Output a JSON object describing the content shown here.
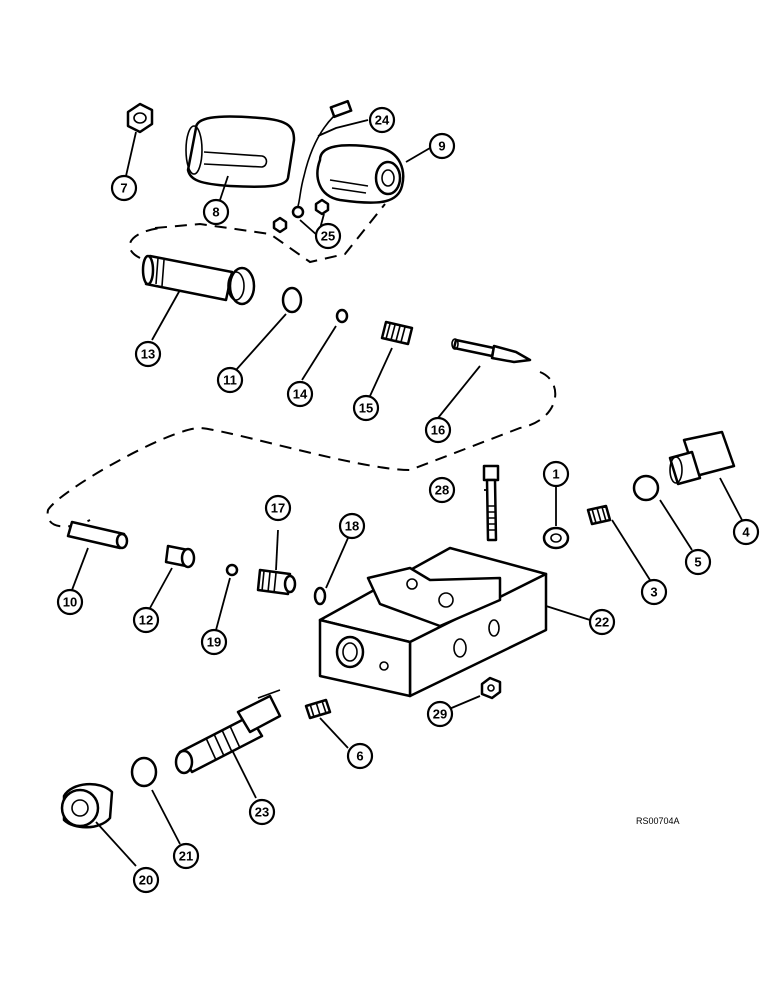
{
  "figure": {
    "reference_code": "RS00704A"
  },
  "callouts": [
    {
      "id": "c1",
      "label": "1"
    },
    {
      "id": "c3",
      "label": "3"
    },
    {
      "id": "c4",
      "label": "4"
    },
    {
      "id": "c5",
      "label": "5"
    },
    {
      "id": "c6",
      "label": "6"
    },
    {
      "id": "c7",
      "label": "7"
    },
    {
      "id": "c8",
      "label": "8"
    },
    {
      "id": "c9",
      "label": "9"
    },
    {
      "id": "c10",
      "label": "10"
    },
    {
      "id": "c11",
      "label": "11"
    },
    {
      "id": "c12",
      "label": "12"
    },
    {
      "id": "c13",
      "label": "13"
    },
    {
      "id": "c14",
      "label": "14"
    },
    {
      "id": "c15",
      "label": "15"
    },
    {
      "id": "c16",
      "label": "16"
    },
    {
      "id": "c17",
      "label": "17"
    },
    {
      "id": "c18",
      "label": "18"
    },
    {
      "id": "c19",
      "label": "19"
    },
    {
      "id": "c20",
      "label": "20"
    },
    {
      "id": "c21",
      "label": "21"
    },
    {
      "id": "c22",
      "label": "22"
    },
    {
      "id": "c23",
      "label": "23"
    },
    {
      "id": "c24",
      "label": "24"
    },
    {
      "id": "c25",
      "label": "25"
    },
    {
      "id": "c28",
      "label": "28"
    },
    {
      "id": "c29",
      "label": "29"
    }
  ]
}
